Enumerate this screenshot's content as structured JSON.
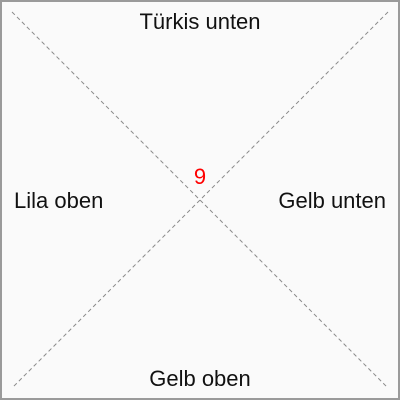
{
  "quadrants": {
    "top": "Türkis unten",
    "bottom": "Gelb oben",
    "left": "Lila oben",
    "right": "Gelb unten"
  },
  "center": {
    "value": "9",
    "color": "#ff0000"
  },
  "colors": {
    "border": "#9a9a9a",
    "background": "#fafafa",
    "diagonal": "#8a8a8a",
    "text": "#111111"
  }
}
